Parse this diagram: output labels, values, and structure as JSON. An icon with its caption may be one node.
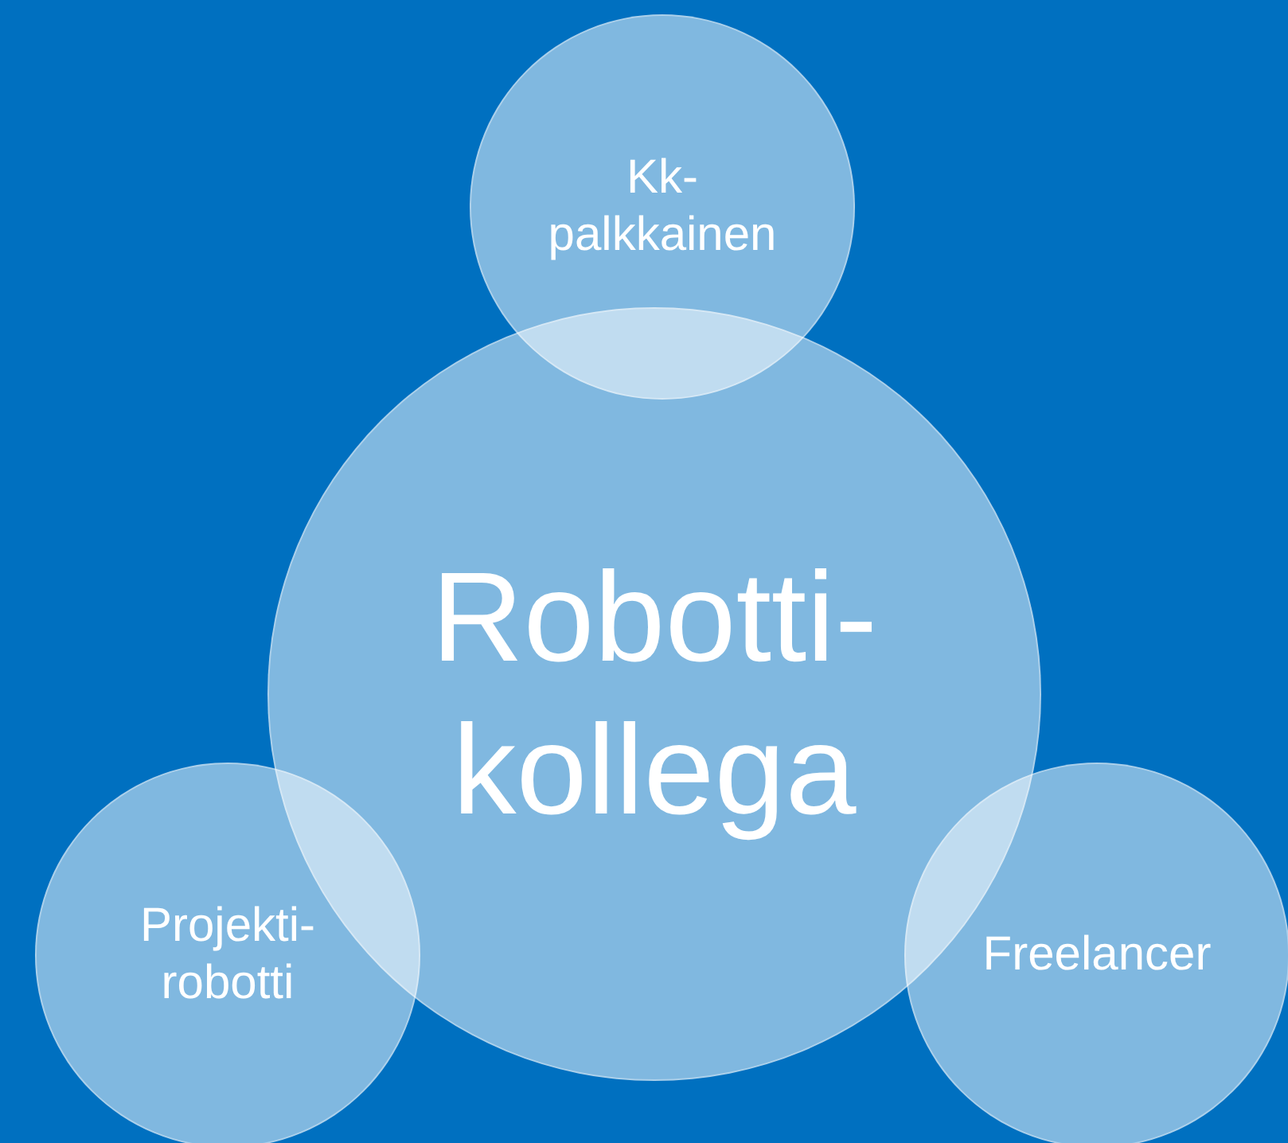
{
  "diagram": {
    "nodes": [
      {
        "text": [
          "Kk- palkkainen"
        ]
      },
      {
        "text": [
          "Robotti- kollega"
        ]
      },
      {
        "text": [
          "Projekti- robotti"
        ]
      },
      {
        "text": [
          "Freelancer"
        ]
      }
    ]
  }
}
